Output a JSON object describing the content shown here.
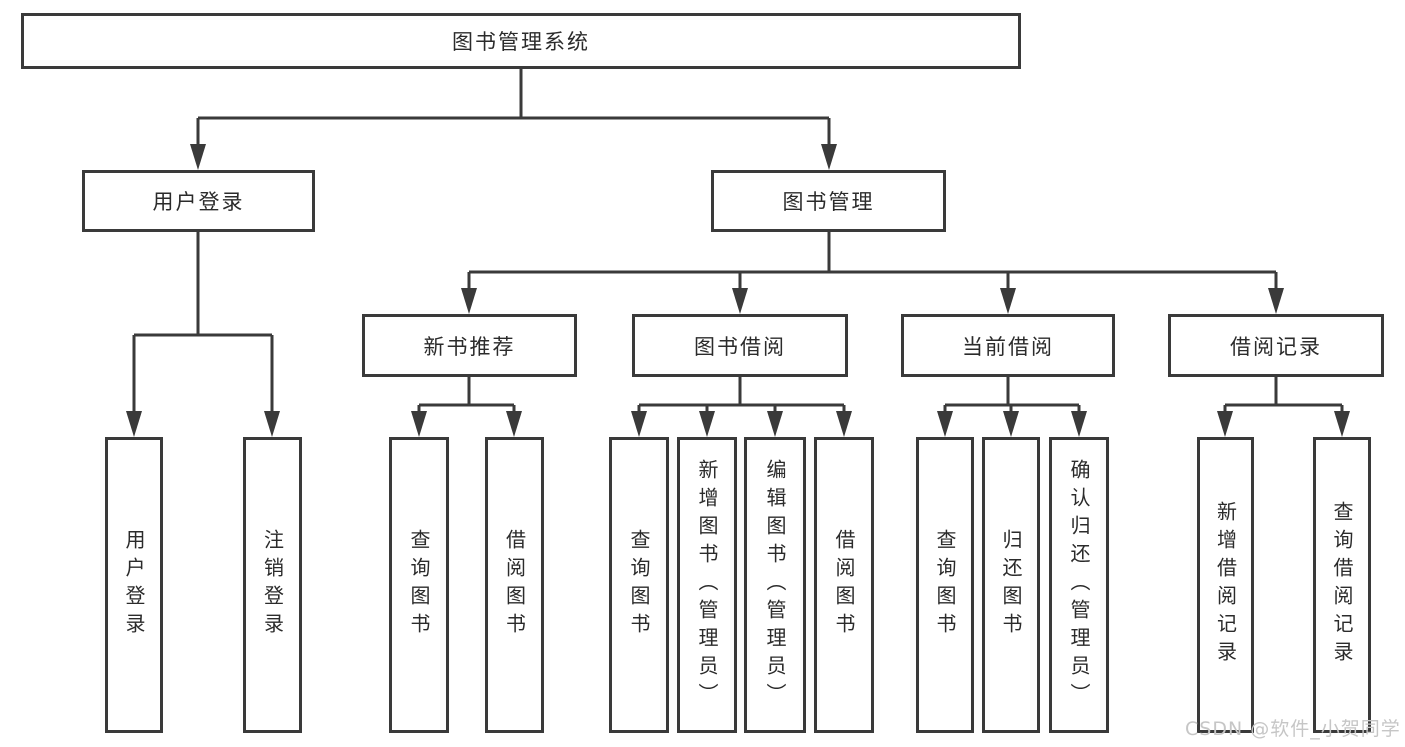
{
  "diagram": {
    "root": {
      "label": "图书管理系统"
    },
    "level2": [
      {
        "id": "user-login",
        "label": "用户登录"
      },
      {
        "id": "book-management",
        "label": "图书管理"
      }
    ],
    "level3": [
      {
        "id": "new-book-recommend",
        "label": "新书推荐"
      },
      {
        "id": "book-borrow",
        "label": "图书借阅"
      },
      {
        "id": "current-borrow",
        "label": "当前借阅"
      },
      {
        "id": "borrow-records",
        "label": "借阅记录"
      }
    ],
    "leaves": [
      {
        "parent": "user-login",
        "label": "用户登录"
      },
      {
        "parent": "user-login",
        "label": "注销登录"
      },
      {
        "parent": "new-book-recommend",
        "label": "查询图书"
      },
      {
        "parent": "new-book-recommend",
        "label": "借阅图书"
      },
      {
        "parent": "book-borrow",
        "label": "查询图书"
      },
      {
        "parent": "book-borrow",
        "label": "新增图书（管理员）"
      },
      {
        "parent": "book-borrow",
        "label": "编辑图书（管理员）"
      },
      {
        "parent": "book-borrow",
        "label": "借阅图书"
      },
      {
        "parent": "current-borrow",
        "label": "查询图书"
      },
      {
        "parent": "current-borrow",
        "label": "归还图书"
      },
      {
        "parent": "current-borrow",
        "label": "确认归还（管理员）"
      },
      {
        "parent": "borrow-records",
        "label": "新增借阅记录"
      },
      {
        "parent": "borrow-records",
        "label": "查询借阅记录"
      }
    ],
    "colors": {
      "line": "#3a3a3a",
      "text": "#2b2b2b",
      "watermark": "#c6c6c6",
      "background": "#ffffff"
    }
  },
  "watermark": {
    "text": "CSDN @软件_小贺同学"
  }
}
